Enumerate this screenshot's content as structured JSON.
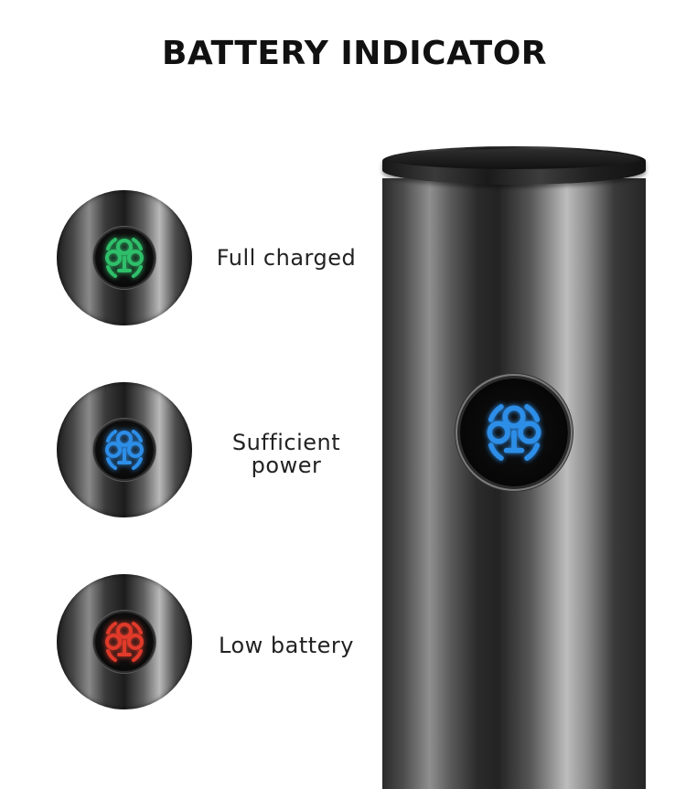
{
  "title": "BATTERY INDICATOR",
  "indicators": [
    {
      "label_lines": [
        "Full charged"
      ],
      "status": "full",
      "color": "#2fbf6a"
    },
    {
      "label_lines": [
        "Sufficient",
        "power"
      ],
      "status": "sufficient",
      "color": "#2d8ee8"
    },
    {
      "label_lines": [
        "Low battery"
      ],
      "status": "low",
      "color": "#e03a2a"
    }
  ],
  "device": {
    "button_color": "#2d8ee8",
    "icon": "battery-indicator-icon"
  }
}
